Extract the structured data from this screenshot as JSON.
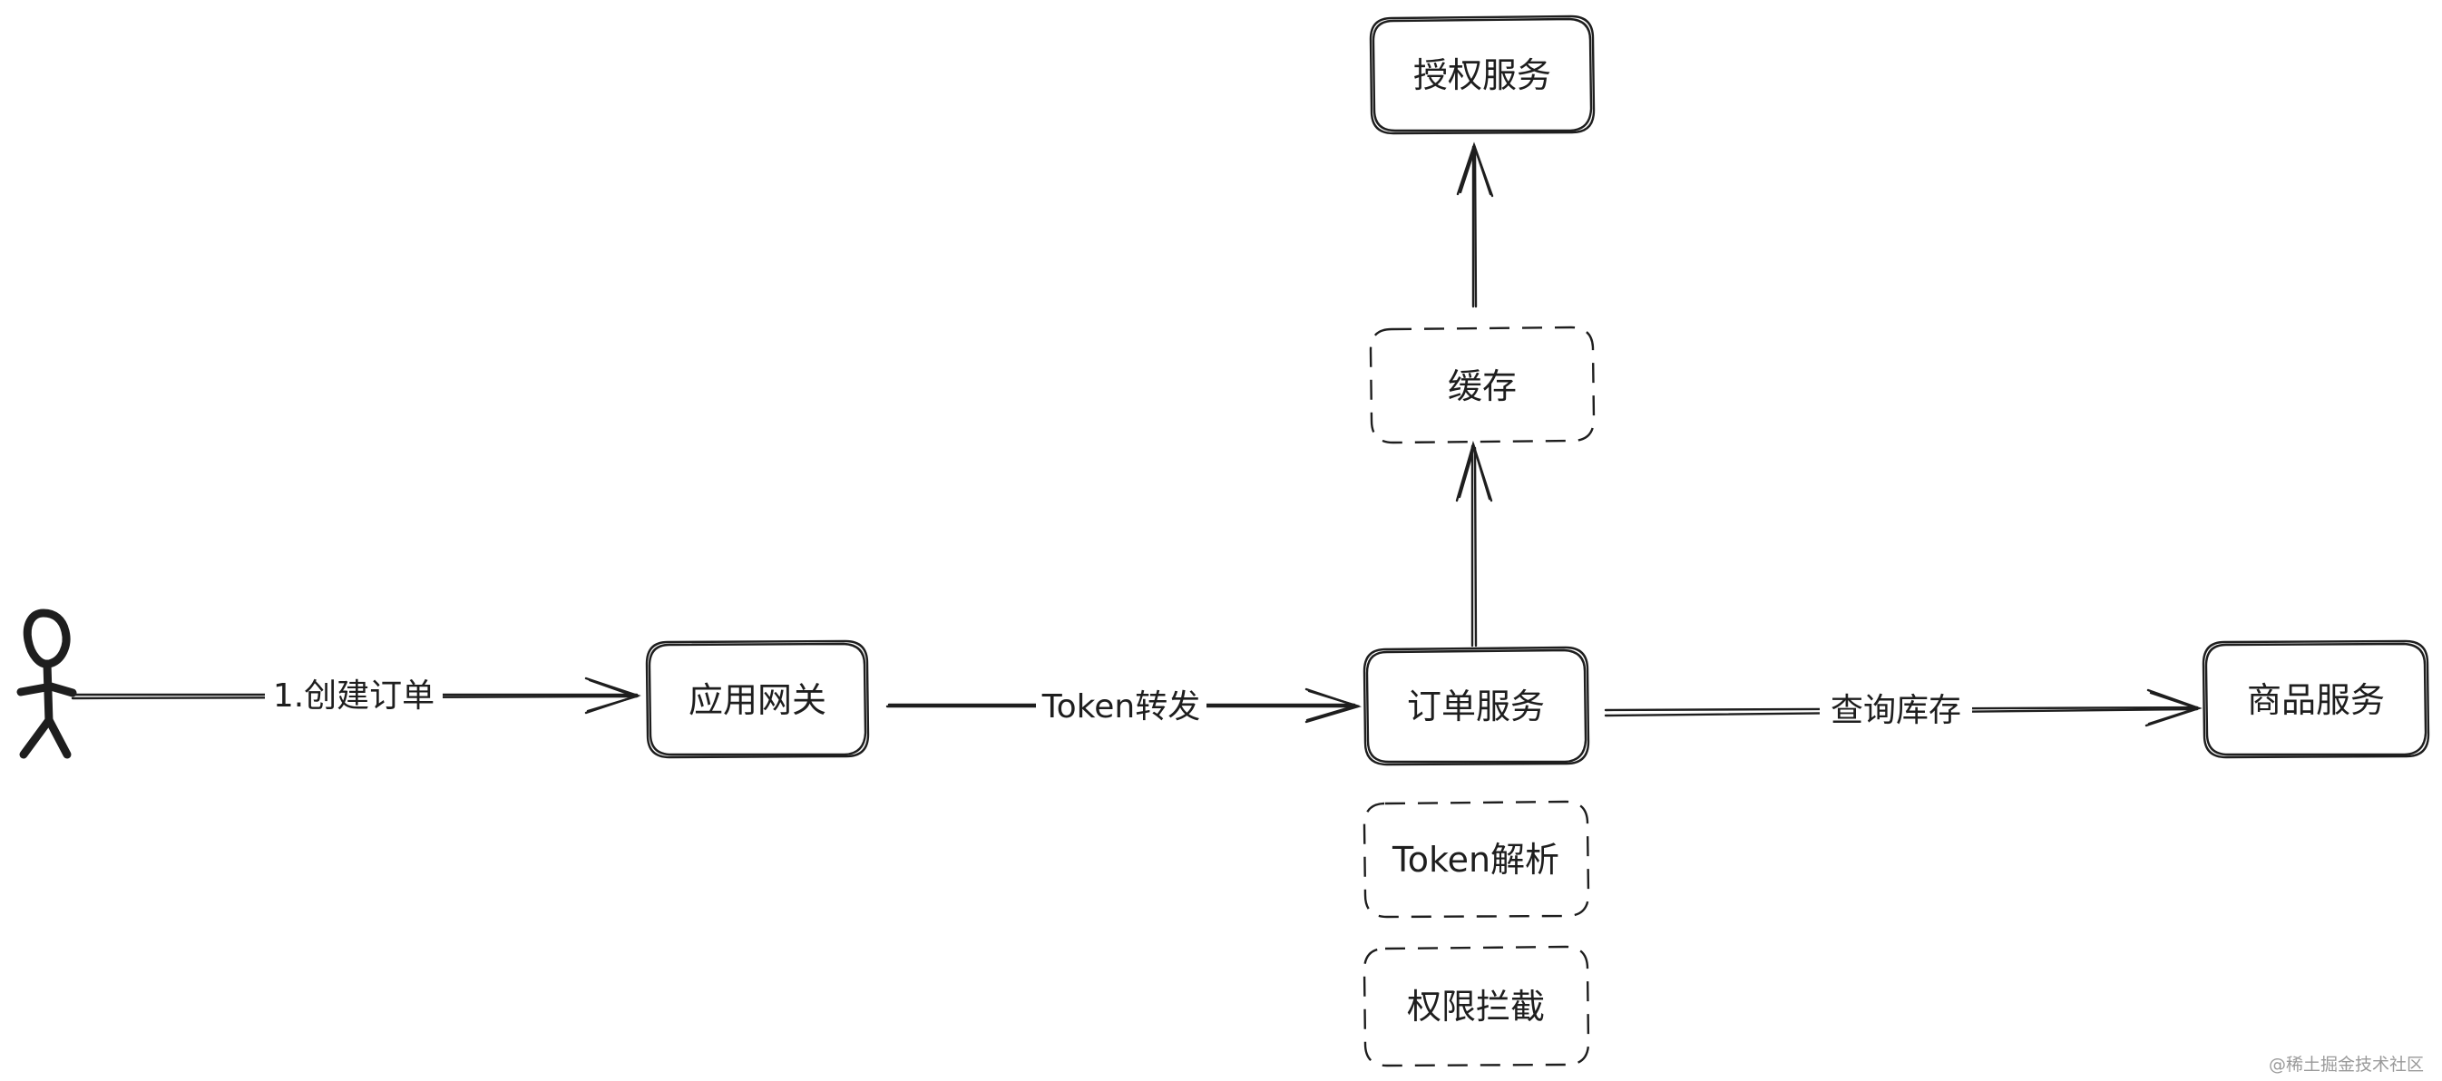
{
  "diagram": {
    "actor": {
      "name": "user-actor"
    },
    "nodes": {
      "auth": {
        "label": "授权服务",
        "style": "solid"
      },
      "cache": {
        "label": "缓存",
        "style": "dashed"
      },
      "gateway": {
        "label": "应用网关",
        "style": "solid"
      },
      "order": {
        "label": "订单服务",
        "style": "solid"
      },
      "product": {
        "label": "商品服务",
        "style": "solid"
      },
      "token_parse": {
        "label": "Token解析",
        "style": "dashed"
      },
      "permission": {
        "label": "权限拦截",
        "style": "dashed"
      }
    },
    "edges": {
      "create_order": {
        "from": "user",
        "to": "gateway",
        "label": "1.创建订单"
      },
      "token_forward": {
        "from": "gateway",
        "to": "order",
        "label": "Token转发"
      },
      "query_stock": {
        "from": "order",
        "to": "product",
        "label": "查询库存"
      },
      "order_to_cache": {
        "from": "order",
        "to": "cache",
        "label": ""
      },
      "cache_to_auth": {
        "from": "cache",
        "to": "auth",
        "label": ""
      }
    },
    "colors": {
      "stroke": "#1e1e1e",
      "background": "#ffffff",
      "watermark": "#9a9a9a"
    }
  },
  "watermark": "@稀土掘金技术社区"
}
